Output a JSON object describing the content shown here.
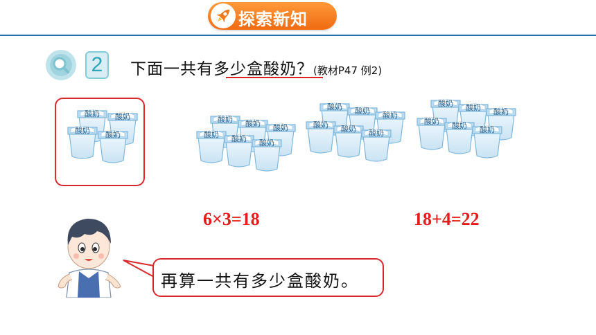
{
  "header": {
    "title": "探索新知",
    "icon": "rocket-icon",
    "accent": "#f07a1e",
    "rule_color": "#1f6fa8"
  },
  "question": {
    "number": "2",
    "text": "下面一共有多少盒酸奶？",
    "reference": "(教材P47 例2)",
    "icon": "magnifier-icon"
  },
  "yogurt": {
    "cup_label": "酸奶",
    "groups": [
      4,
      6,
      6,
      6
    ]
  },
  "equations": [
    "6×3=18",
    "18+4=22"
  ],
  "speech": {
    "text": "再算一共有多少盒酸奶。"
  },
  "colors": {
    "highlight": "#d9282c",
    "equation": "#e41c1c"
  }
}
